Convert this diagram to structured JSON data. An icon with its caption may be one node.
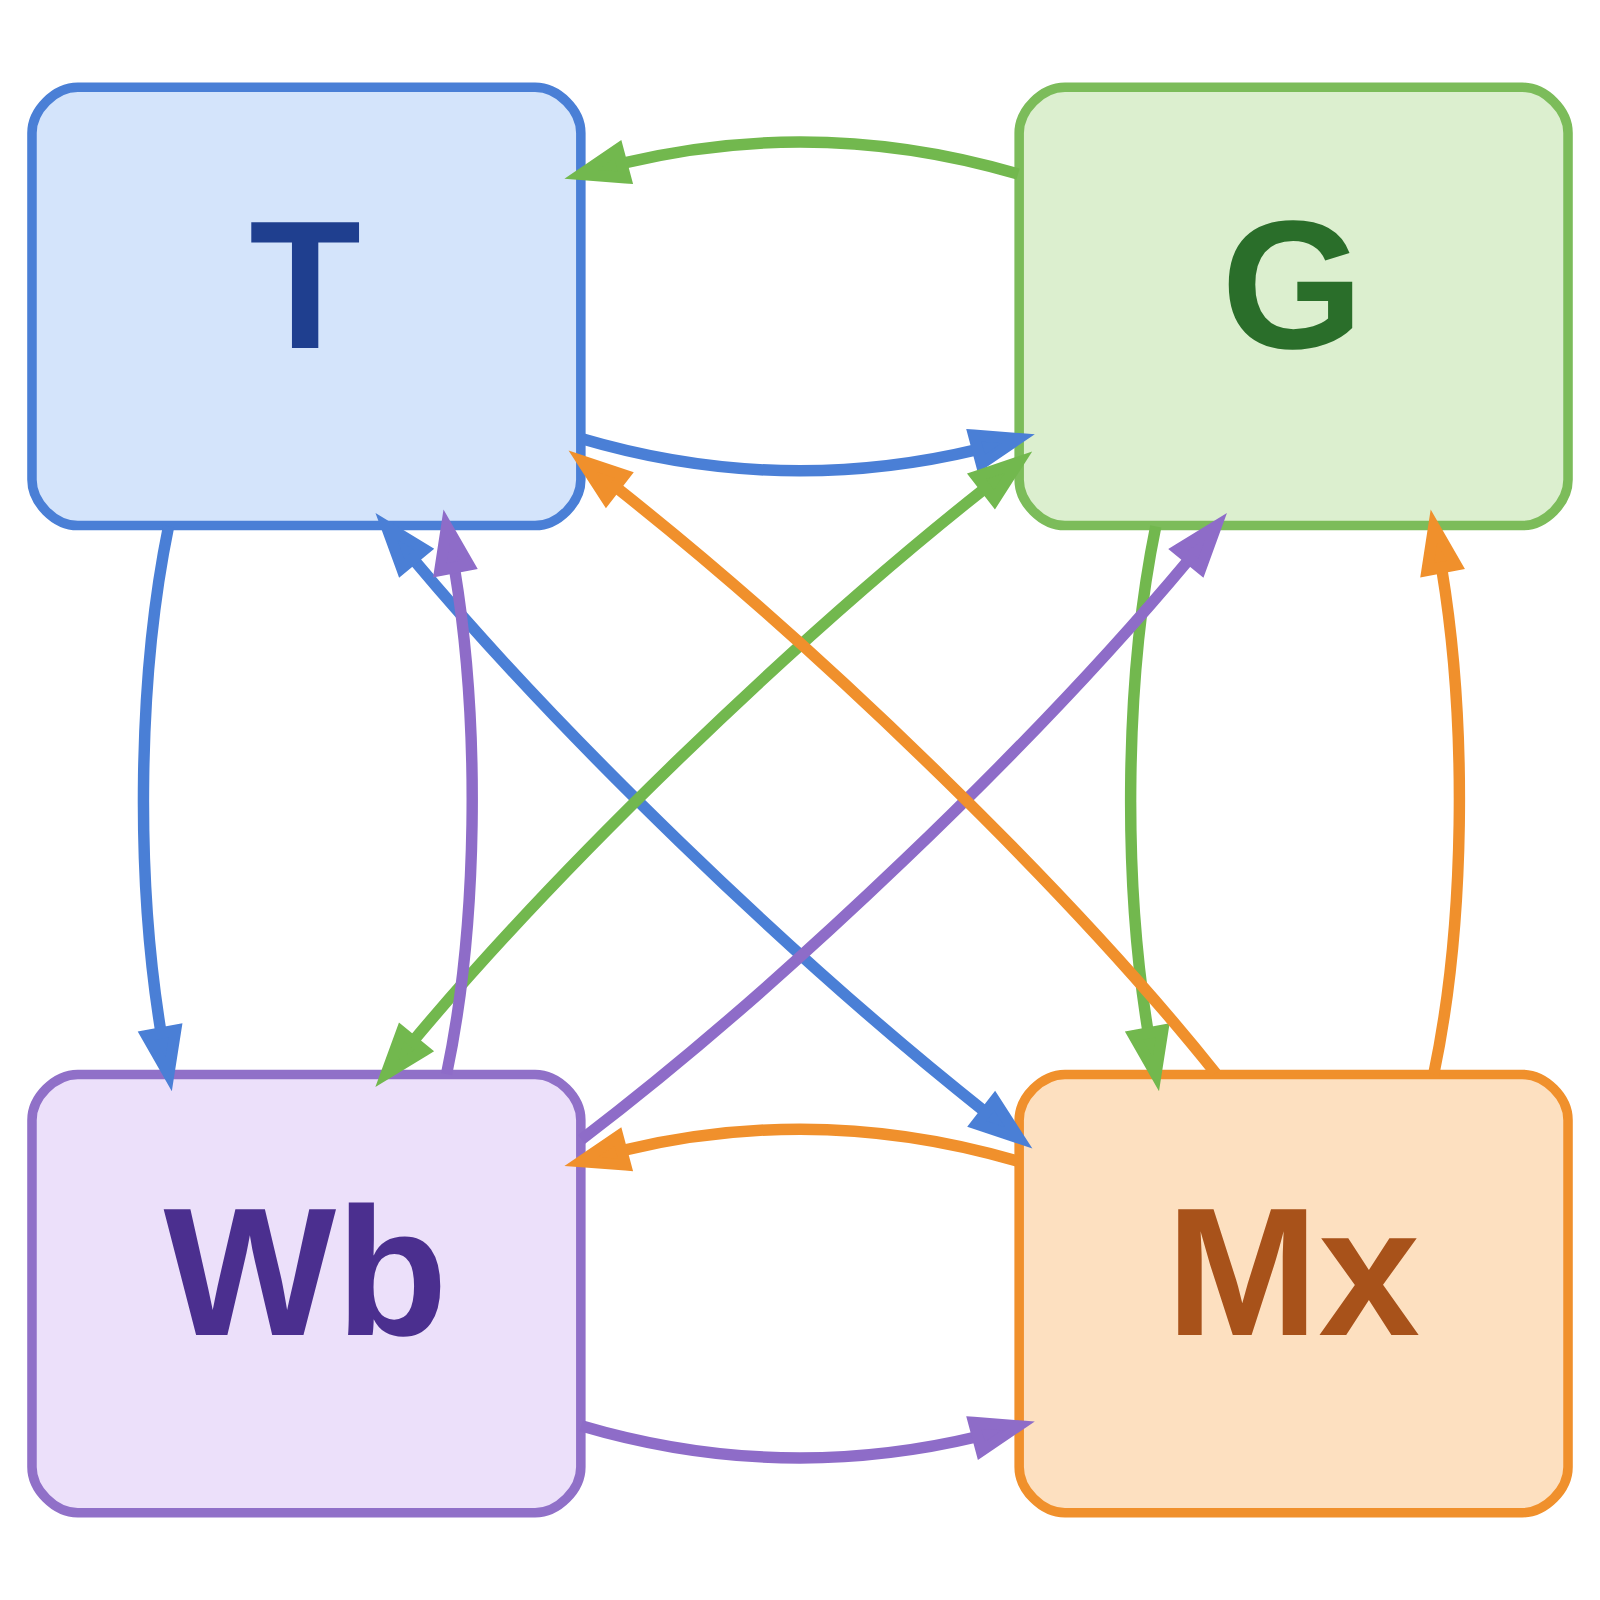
{
  "diagram": {
    "nodes": [
      {
        "text": [
          "T"
        ]
      },
      {
        "text": [
          "G"
        ]
      },
      {
        "text": [
          "Wb"
        ]
      },
      {
        "text": [
          "Mx"
        ]
      }
    ],
    "edges": [
      {
        "from": 0,
        "to": 1,
        "arrow": "to",
        "color": "#4a7fd6"
      },
      {
        "from": 1,
        "to": 0,
        "arrow": "to",
        "color": "#72b84e"
      },
      {
        "from": 0,
        "to": 2,
        "arrow": "to",
        "color": "#4a7fd6"
      },
      {
        "from": 2,
        "to": 0,
        "arrow": "to",
        "color": "#8e6cc8"
      },
      {
        "from": 0,
        "to": 3,
        "arrow": "both",
        "color": "#4a7fd6"
      },
      {
        "from": 3,
        "to": 0,
        "arrow": "to",
        "color": "#f0902c"
      },
      {
        "from": 1,
        "to": 2,
        "arrow": "both",
        "color": "#72b84e"
      },
      {
        "from": 2,
        "to": 1,
        "arrow": "to",
        "color": "#8e6cc8"
      },
      {
        "from": 1,
        "to": 3,
        "arrow": "to",
        "color": "#72b84e"
      },
      {
        "from": 3,
        "to": 1,
        "arrow": "to",
        "color": "#f0902c"
      },
      {
        "from": 2,
        "to": 3,
        "arrow": "to",
        "color": "#8e6cc8"
      },
      {
        "from": 3,
        "to": 2,
        "arrow": "to",
        "color": "#f0902c"
      }
    ]
  }
}
